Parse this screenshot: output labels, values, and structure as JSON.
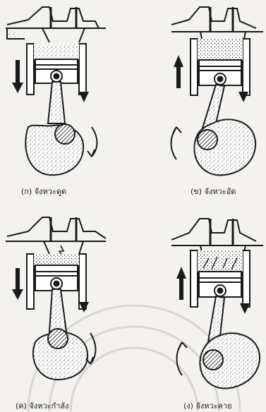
{
  "captions": {
    "intake": "(ก) จังหวะดูด",
    "compression": "(ข) จังหวะอัด",
    "power": "(ค) จังหวะกำลัง",
    "exhaust": "(ง) จังหวะคาย"
  },
  "colors": {
    "ink": "#1a1a1a",
    "paper": "#f4f2ee",
    "stipple": "#444444",
    "watermark": "#d9d6d2"
  }
}
